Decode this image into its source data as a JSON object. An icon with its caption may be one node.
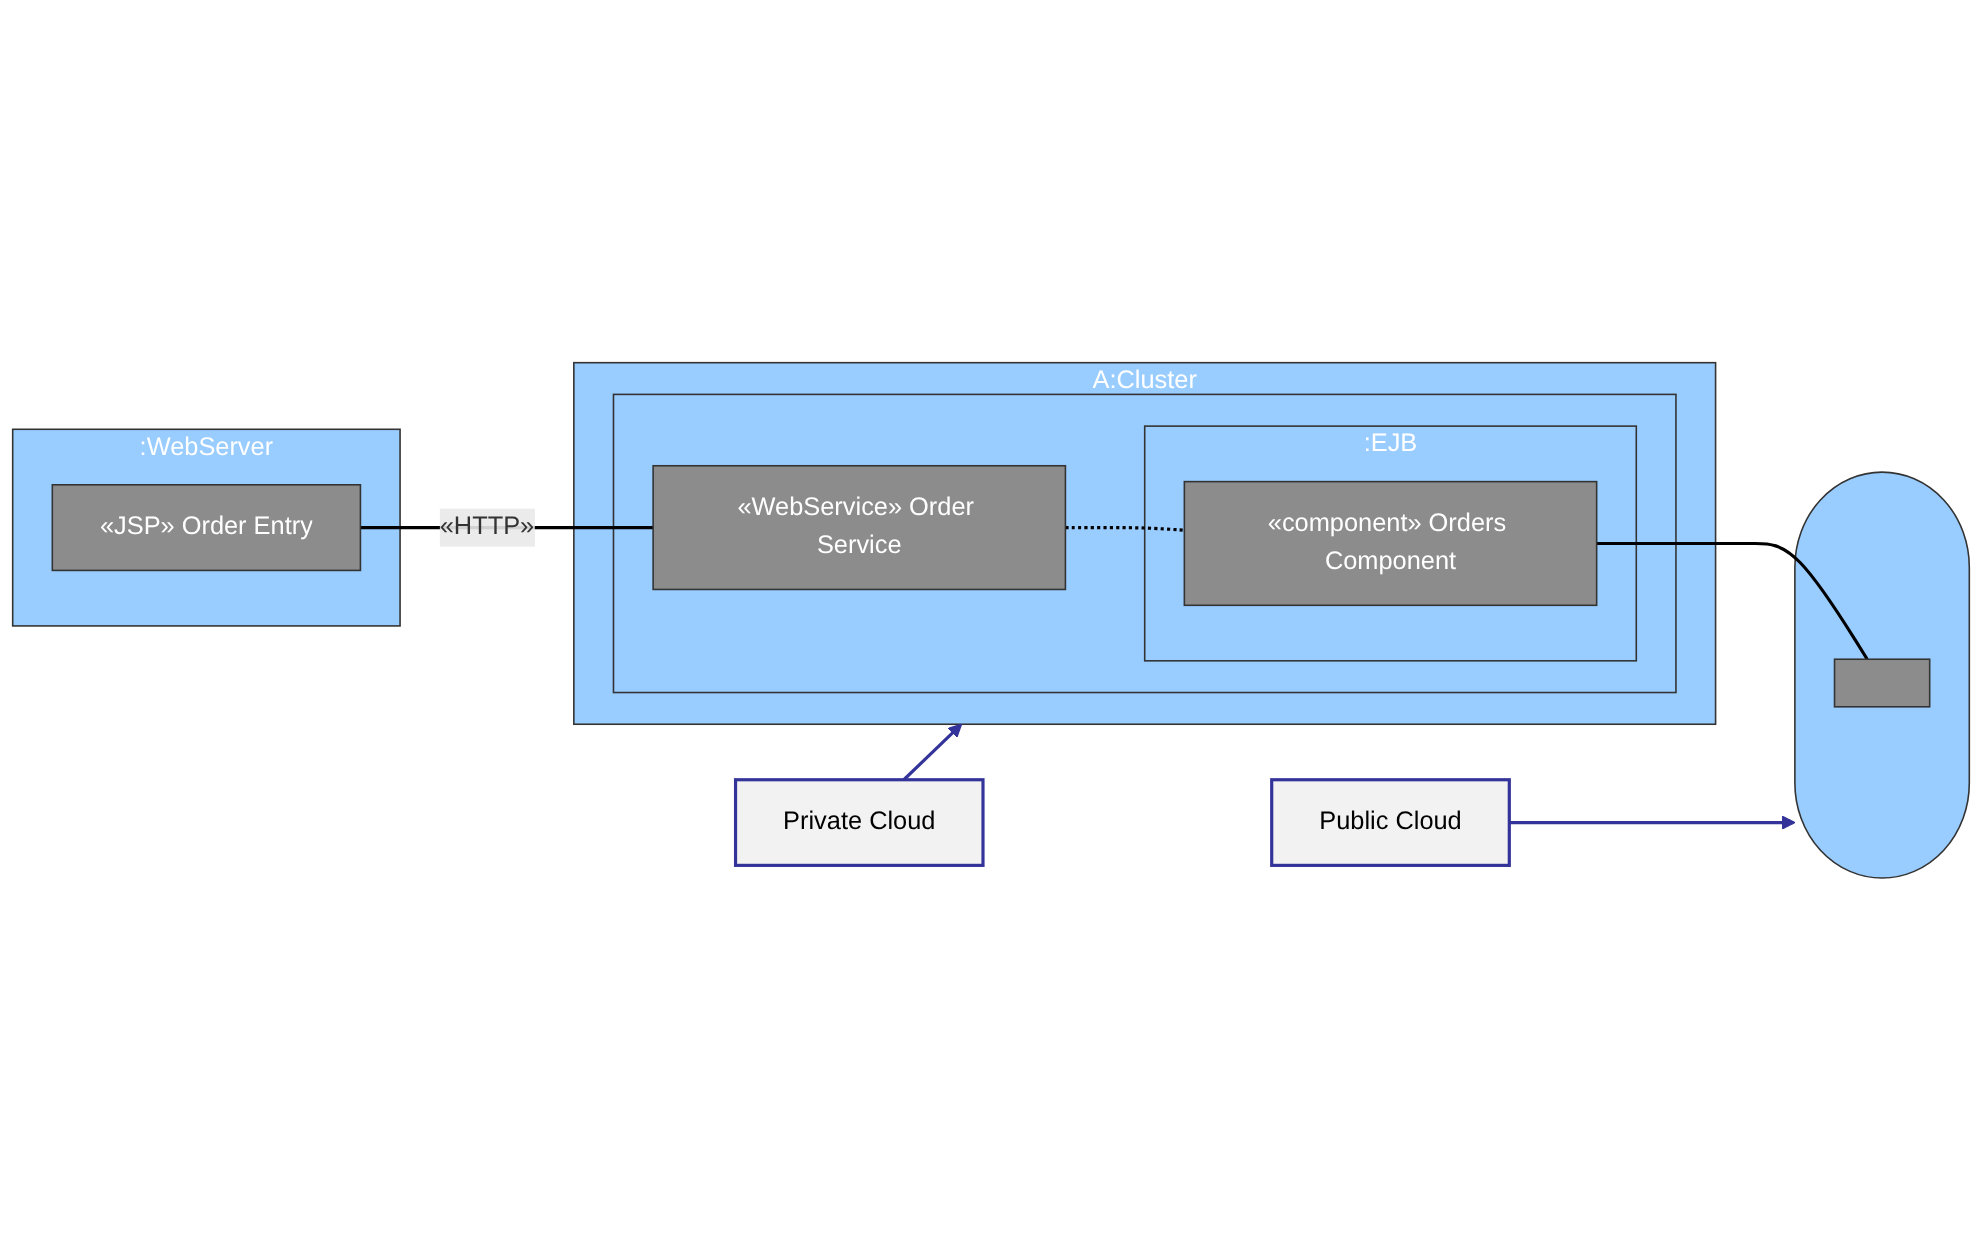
{
  "diagram": {
    "nodes": [
      {
        "text": [
          ":WebServer"
        ]
      },
      {
        "text": [
          "«JSP» Order Entry"
        ],
        "in": 0
      },
      {
        "text": [
          "A:Cluster"
        ]
      },
      {
        "text": [],
        "shape": "box",
        "in": 2
      },
      {
        "text": [
          "«WebService» Order Service"
        ],
        "in": 3
      },
      {
        "text": [
          ":EJB"
        ],
        "in": 3
      },
      {
        "text": [
          "«component» Orders Component"
        ],
        "in": 5
      },
      {
        "text": [
          "Private Cloud"
        ]
      },
      {
        "text": [],
        "shape": "cloud"
      },
      {
        "text": [
          "Public Cloud"
        ]
      },
      {
        "text": [],
        "shape": "box",
        "in": 8
      }
    ],
    "edges": [
      {
        "from": 1,
        "to": 4,
        "arrow": "none",
        "label": "«HTTP»"
      },
      {
        "from": 4,
        "to": 6,
        "arrow": "none",
        "style": "dashed"
      },
      {
        "from": 6,
        "to": 10,
        "arrow": "none"
      },
      {
        "from": 7,
        "to": 2,
        "arrow": "to",
        "color": "#333399"
      },
      {
        "from": 9,
        "to": 8,
        "arrow": "to",
        "color": "#333399"
      }
    ]
  }
}
